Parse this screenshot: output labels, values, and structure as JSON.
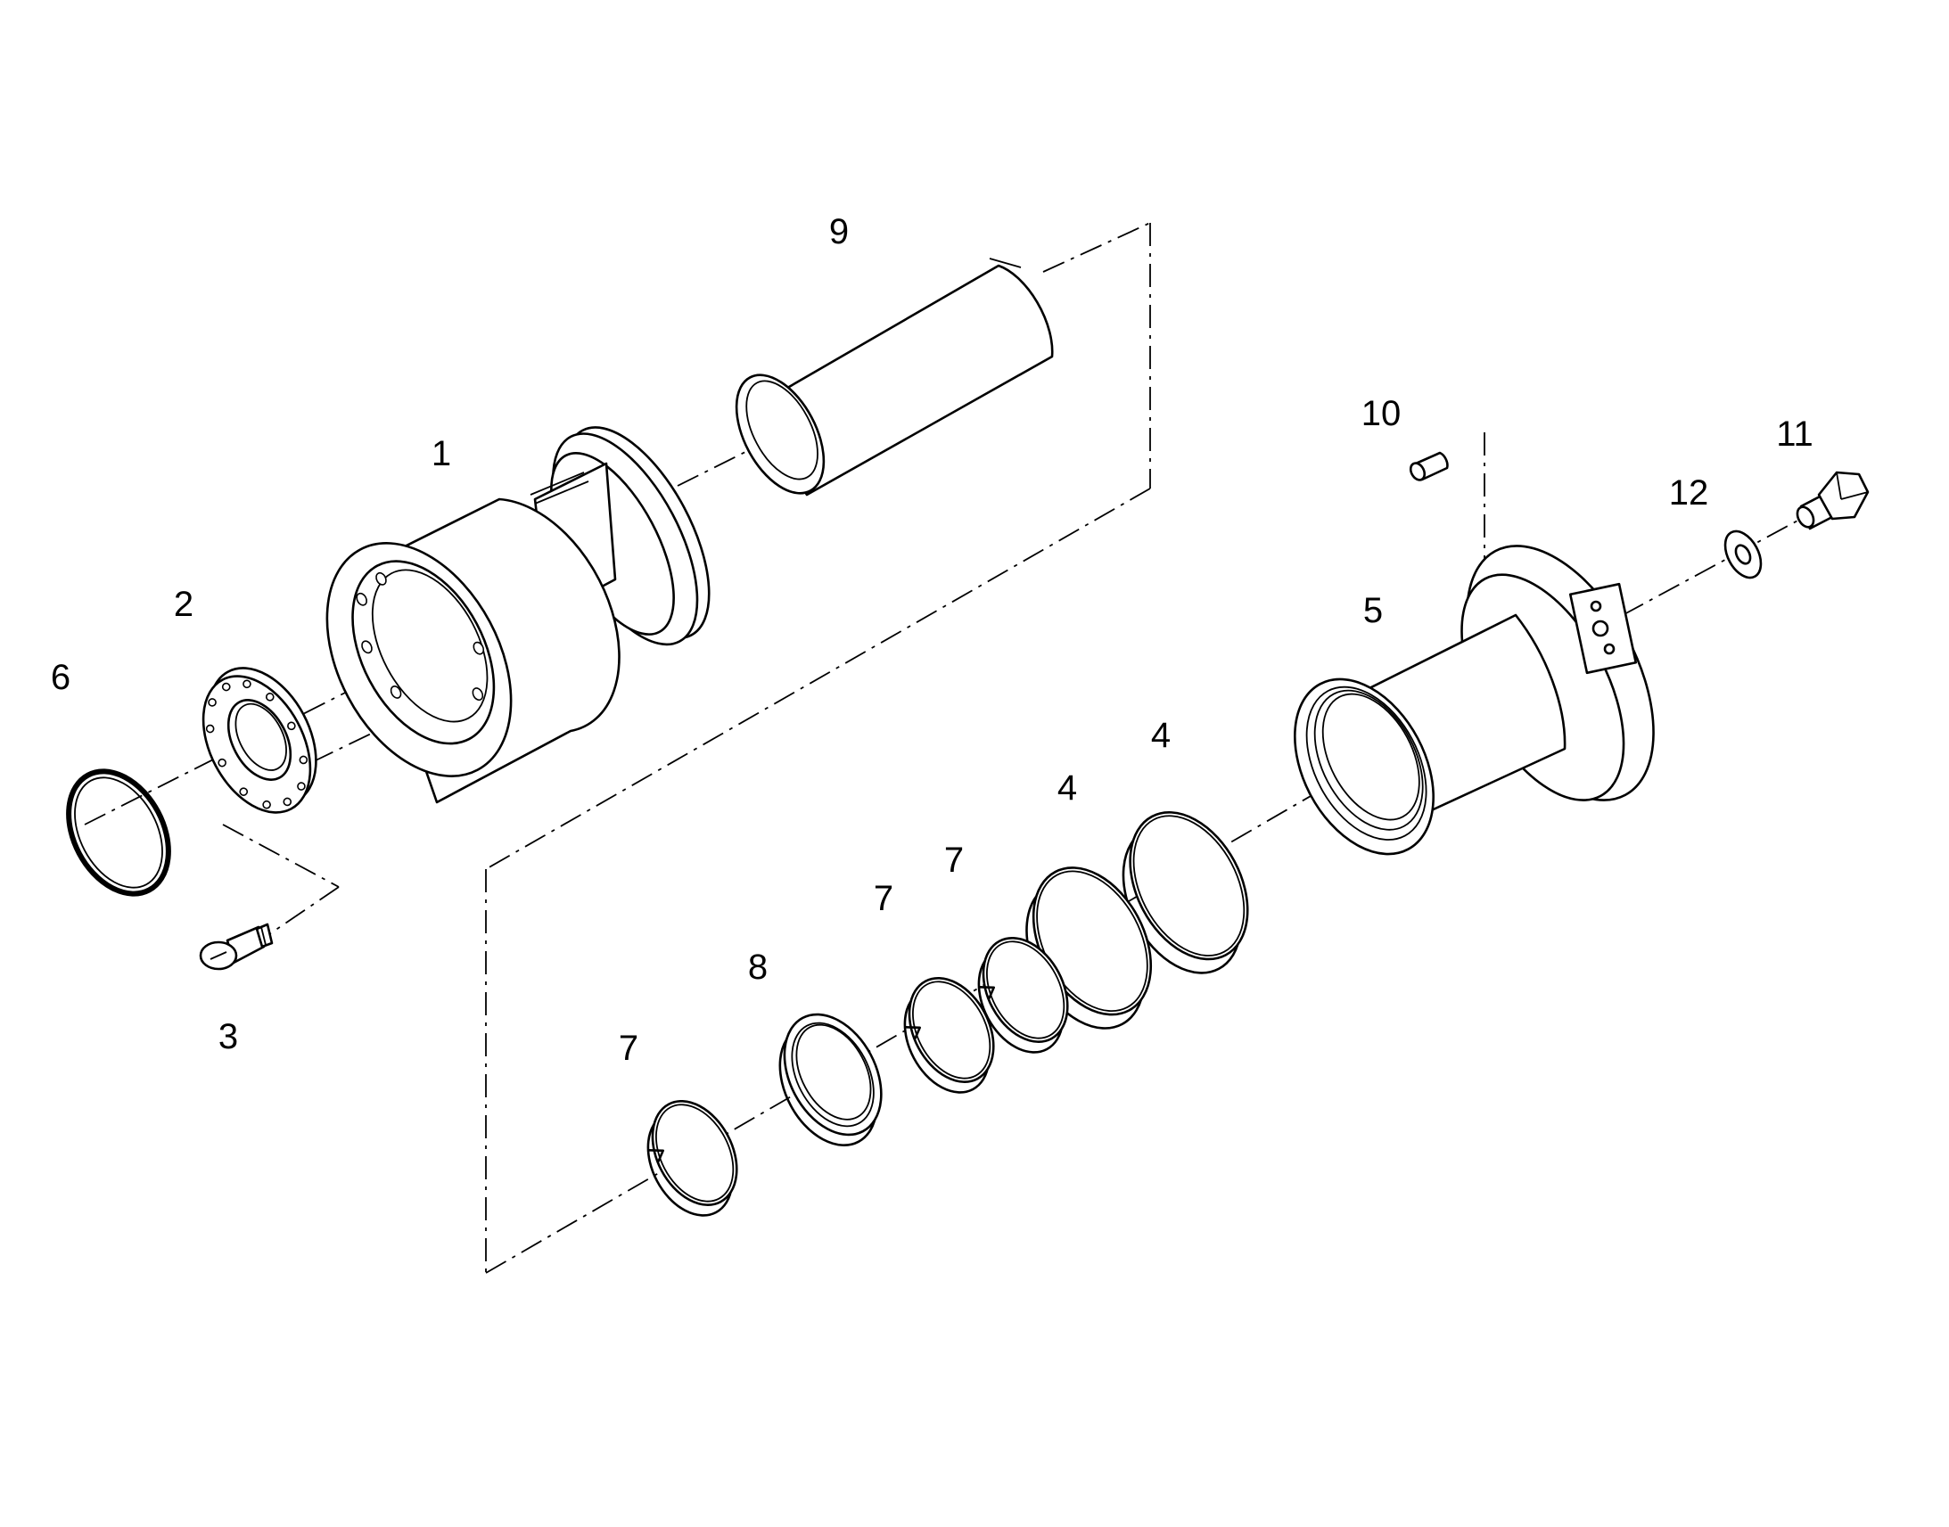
{
  "diagram": {
    "callouts": [
      {
        "id": "c1",
        "text": "1"
      },
      {
        "id": "c2",
        "text": "2"
      },
      {
        "id": "c3",
        "text": "3"
      },
      {
        "id": "c4a",
        "text": "4"
      },
      {
        "id": "c4b",
        "text": "4"
      },
      {
        "id": "c5",
        "text": "5"
      },
      {
        "id": "c6",
        "text": "6"
      },
      {
        "id": "c7a",
        "text": "7"
      },
      {
        "id": "c7b",
        "text": "7"
      },
      {
        "id": "c7c",
        "text": "7"
      },
      {
        "id": "c8",
        "text": "8"
      },
      {
        "id": "c9",
        "text": "9"
      },
      {
        "id": "c10",
        "text": "10"
      },
      {
        "id": "c11",
        "text": "11"
      },
      {
        "id": "c12",
        "text": "12"
      }
    ],
    "colors": {
      "line": "#000000",
      "background": "#ffffff"
    }
  }
}
